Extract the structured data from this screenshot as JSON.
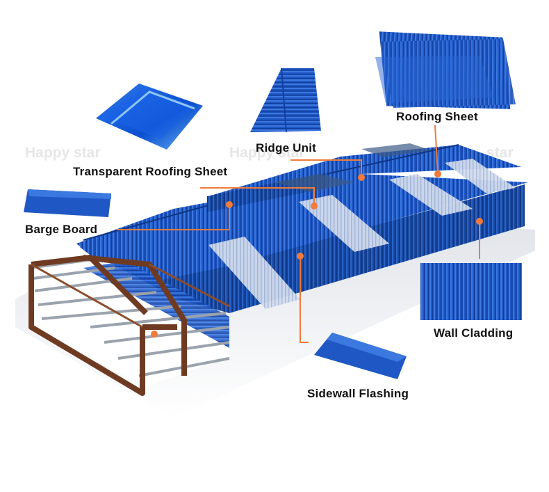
{
  "labels": {
    "roofing_sheet": "Roofing Sheet",
    "ridge_unit": "Ridge Unit",
    "transparent_roofing_sheet": "Transparent Roofing Sheet",
    "barge_board": "Barge Board",
    "wall_cladding": "Wall Cladding",
    "sidewall_flashing": "Sidewall Flashing"
  },
  "watermark": {
    "left": "Happy star",
    "center": "Happy star",
    "right": "star"
  },
  "colors": {
    "panel_blue": "#1f57c4",
    "panel_dark": "#123f9e",
    "panel_light": "#3b78e0",
    "skylight": "#c9d6ea",
    "leader": "#f07a3a",
    "frame_brown": "#6e3b22"
  }
}
